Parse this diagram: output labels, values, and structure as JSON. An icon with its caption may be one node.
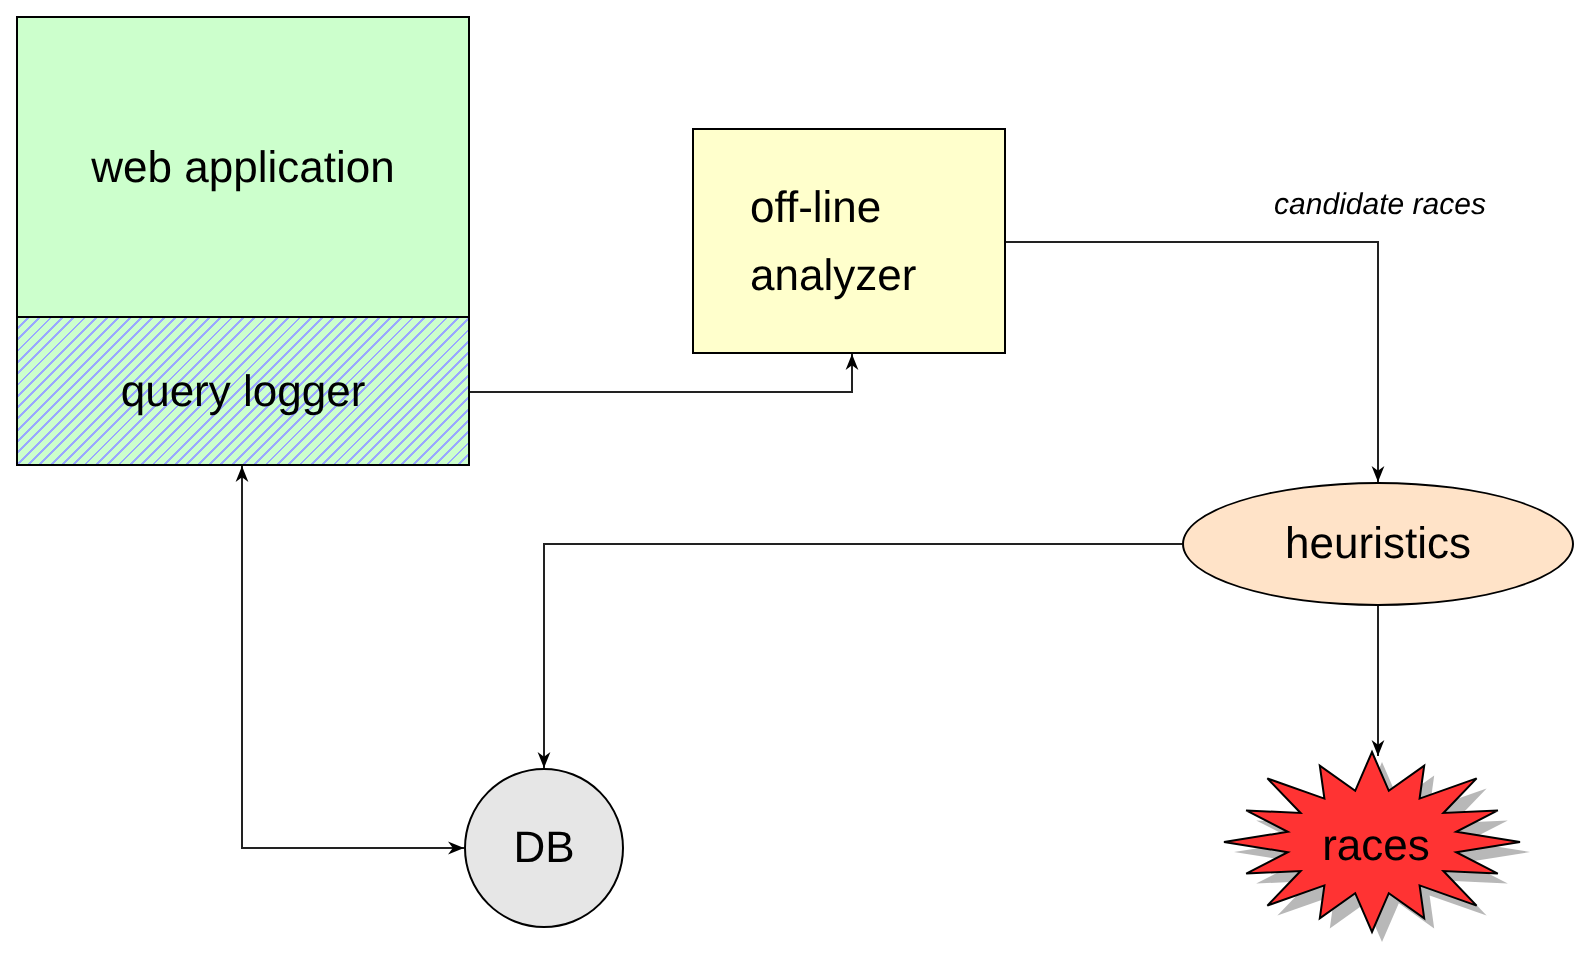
{
  "diagram": {
    "nodes": [
      {
        "text": [
          "web application"
        ]
      },
      {
        "text": [
          "query logger"
        ],
        "in": 0
      },
      {
        "text": [
          "off-line analyzer"
        ]
      },
      {
        "text": [
          "heuristics"
        ]
      },
      {
        "text": [
          "DB"
        ]
      },
      {
        "text": [
          "races"
        ]
      }
    ],
    "edges": [
      {
        "from": 1,
        "to": 2,
        "arrow": "to"
      },
      {
        "from": 2,
        "to": 3,
        "arrow": "to",
        "label": "candidate races"
      },
      {
        "from": 3,
        "to": 4,
        "arrow": "to"
      },
      {
        "from": 3,
        "to": 5,
        "arrow": "to"
      },
      {
        "from": 1,
        "to": 4,
        "arrow": "both"
      }
    ]
  }
}
